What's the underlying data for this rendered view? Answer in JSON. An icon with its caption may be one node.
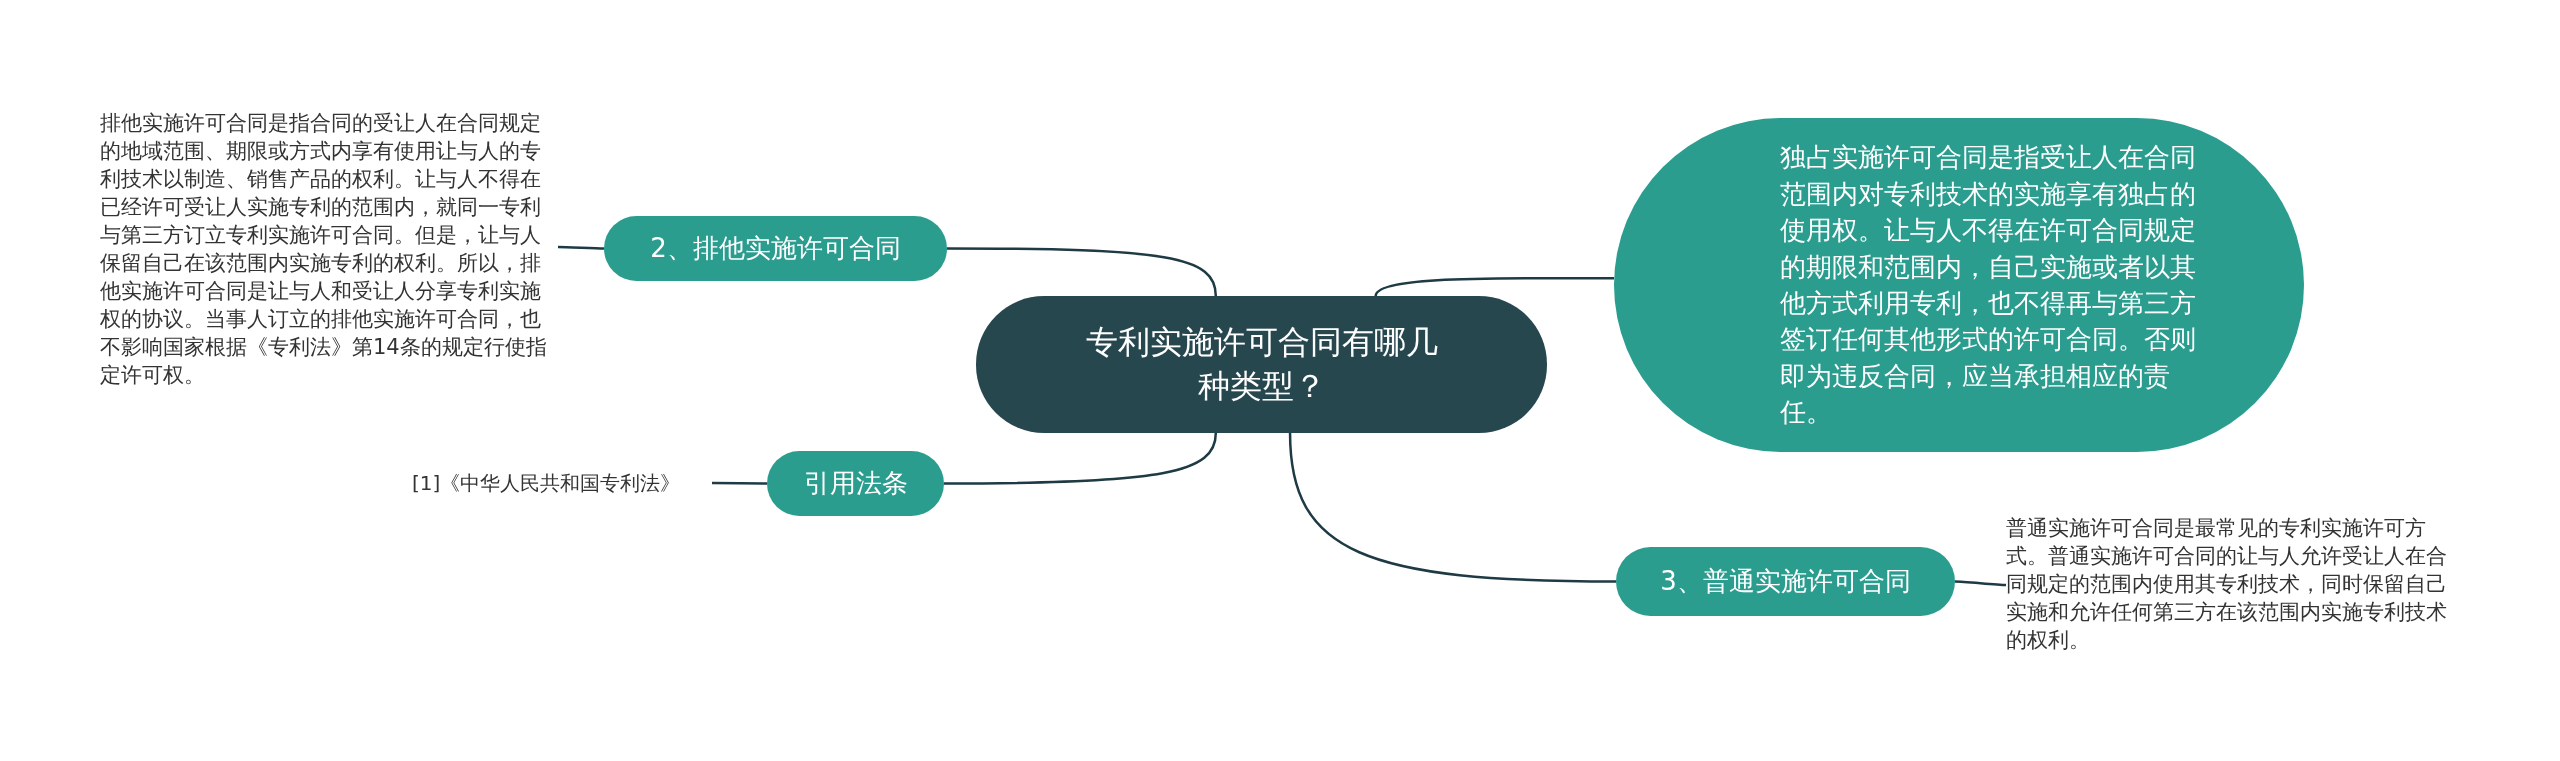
{
  "diagram": {
    "nodes": [
      {
        "text": [
          "专利实施许可合同有哪几种类型？"
        ]
      },
      {
        "text": [
          "2、排他实施许可合同"
        ]
      },
      {
        "text": [
          "排他实施许可合同是指合同的受让人在合同规定的地域范围、期限或方式内享有使用让与人的专利技术以制造、销售产品的权利。让与人不得在已经许可受让人实施专利的范围内，就同一专利与第三方订立专利实施许可合同。但是，让与人保留自己在该范围内实施专利的权利。所以，排他实施许可合同是让与人和受让人分享专利实施权的协议。当事人订立的排他实施许可合同，也不影响国家根据《专利法》第14条的规定行使指定许可权。"
        ]
      },
      {
        "text": [
          "独占实施许可合同是指受让人在合同范围内对专利技术的实施享有独占的使用权。让与人不得在许可合同规定的期限和范围内，自己实施或者以其他方式利用专利，也不得再与第三方签订任何其他形式的许可合同。否则即为违反合同，应当承担相应的责任。"
        ]
      },
      {
        "text": [
          "引用法条"
        ]
      },
      {
        "text": [
          "[1]《中华人民共和国专利法》"
        ]
      },
      {
        "text": [
          "3、普通实施许可合同"
        ]
      },
      {
        "text": [
          "普通实施许可合同是最常见的专利实施许可方式。普通实施许可合同的让与人允许受让人在合同规定的范围内使用其专利技术，同时保留自己实施和允许任何第三方在该范围内实施专利技术的权利。"
        ]
      }
    ],
    "edges": [
      {
        "from": 0,
        "to": 1,
        "arrow": "none"
      },
      {
        "from": 1,
        "to": 2,
        "arrow": "none"
      },
      {
        "from": 0,
        "to": 4,
        "arrow": "none"
      },
      {
        "from": 4,
        "to": 5,
        "arrow": "none"
      },
      {
        "from": 0,
        "to": 3,
        "arrow": "none"
      },
      {
        "from": 0,
        "to": 6,
        "arrow": "none"
      },
      {
        "from": 6,
        "to": 7,
        "arrow": "none"
      }
    ]
  }
}
